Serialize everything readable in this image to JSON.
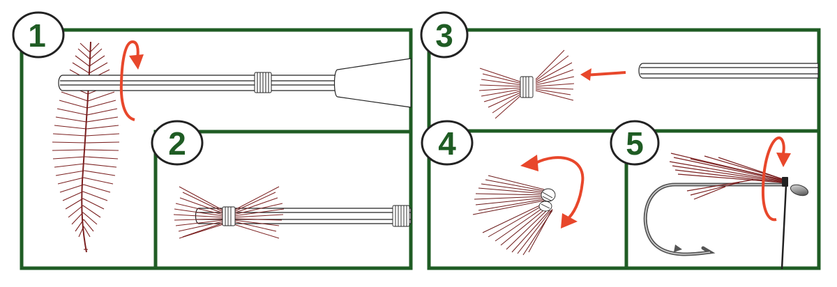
{
  "diagram": {
    "type": "step-by-step instructional illustration",
    "colors": {
      "frame_green": "#1f5c24",
      "badge_outline": "#222222",
      "arrow_red": "#e8472b",
      "fiber_maroon": "#7a1f1f",
      "tool_outline": "#222222",
      "hook_steel": "#8a8a8a"
    },
    "steps": [
      {
        "number": "1",
        "label": "Feather beside tool tip; rotate tool to wrap fibers",
        "icons": [
          "feather-icon",
          "tool-with-handle-icon",
          "rotate-arrow-icon",
          "thread-wrap-icon"
        ]
      },
      {
        "number": "2",
        "label": "Fibers bundled and tied on tool shaft",
        "icons": [
          "fiber-bundle-icon",
          "tool-shaft-icon",
          "thread-wrap-icon"
        ]
      },
      {
        "number": "3",
        "label": "Slide tied fiber bundle off the tool",
        "icons": [
          "fiber-bundle-icon",
          "left-arrow-icon",
          "tool-tip-icon"
        ]
      },
      {
        "number": "4",
        "label": "Fold bundle over",
        "icons": [
          "folded-bundle-icon",
          "curved-double-arrow-icon"
        ]
      },
      {
        "number": "5",
        "label": "Tie bundle onto hook shank behind eye",
        "icons": [
          "fish-hook-icon",
          "fiber-wing-icon",
          "rotate-arrow-icon",
          "thread-icon"
        ]
      }
    ]
  }
}
